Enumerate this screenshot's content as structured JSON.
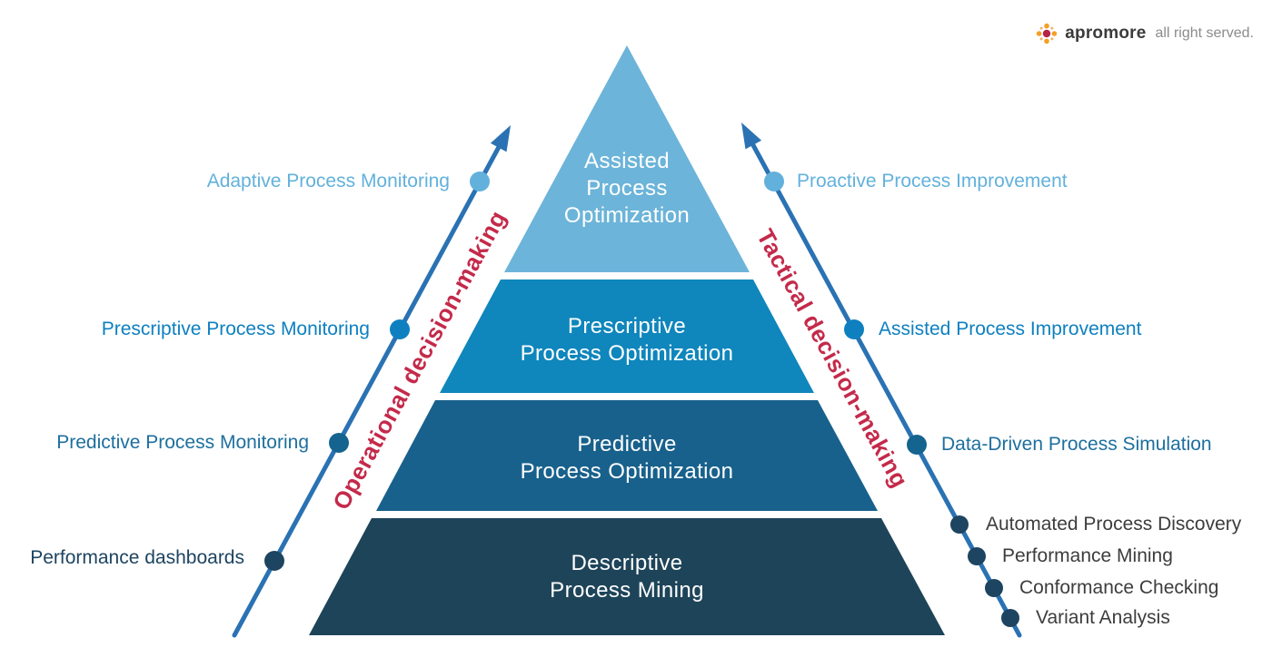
{
  "header": {
    "brand_name": "apromore",
    "tagline": "all right served.",
    "brand_color": "#3b3b3b",
    "tagline_color": "#8b8b8b",
    "icon_center_color": "#b72349",
    "icon_dot_color": "#f49f26",
    "icon_dot_small_color": "#e9b471"
  },
  "pyramid": {
    "text_color": "#ffffff",
    "levels": [
      {
        "lines": [
          "Assisted",
          "Process",
          "Optimization"
        ],
        "fill": "#6cb4d9"
      },
      {
        "lines": [
          "Prescriptive",
          "Process Optimization"
        ],
        "fill": "#0f86bc"
      },
      {
        "lines": [
          "Predictive",
          "Process Optimization"
        ],
        "fill": "#18618c"
      },
      {
        "lines": [
          "Descriptive",
          "Process Mining"
        ],
        "fill": "#1e4459"
      }
    ]
  },
  "left_track": {
    "axis_title": "Operational decision-making",
    "axis_title_color": "#c42a4a",
    "arrow_color": "#2a72b3",
    "items": [
      {
        "label": "Adaptive Process Monitoring",
        "color": "#62b1dc",
        "dot_color": "#62b1dc"
      },
      {
        "label": "Prescriptive Process Monitoring",
        "color": "#0e80c0",
        "dot_color": "#0e80c0"
      },
      {
        "label": "Predictive Process Monitoring",
        "color": "#1d6f9e",
        "dot_color": "#15648f"
      },
      {
        "label": "Performance dashboards",
        "color": "#1d4460",
        "dot_color": "#1d4460"
      }
    ]
  },
  "right_track": {
    "axis_title": "Tactical decision-making",
    "axis_title_color": "#c42a4a",
    "arrow_color": "#2a72b3",
    "items": [
      {
        "label": "Proactive Process Improvement",
        "color": "#62b1dc",
        "dot_color": "#62b1dc"
      },
      {
        "label": "Assisted Process Improvement",
        "color": "#0e80c0",
        "dot_color": "#0e80c0"
      },
      {
        "label": "Data-Driven Process Simulation",
        "color": "#1d6f9e",
        "dot_color": "#15648f"
      },
      {
        "label": "Automated Process Discovery",
        "color": "#3d3d3d",
        "dot_color": "#1d4460"
      },
      {
        "label": "Performance Mining",
        "color": "#3d3d3d",
        "dot_color": "#1d4460"
      },
      {
        "label": "Conformance Checking",
        "color": "#3d3d3d",
        "dot_color": "#1d4460"
      },
      {
        "label": "Variant Analysis",
        "color": "#3d3d3d",
        "dot_color": "#1d4460"
      }
    ]
  }
}
